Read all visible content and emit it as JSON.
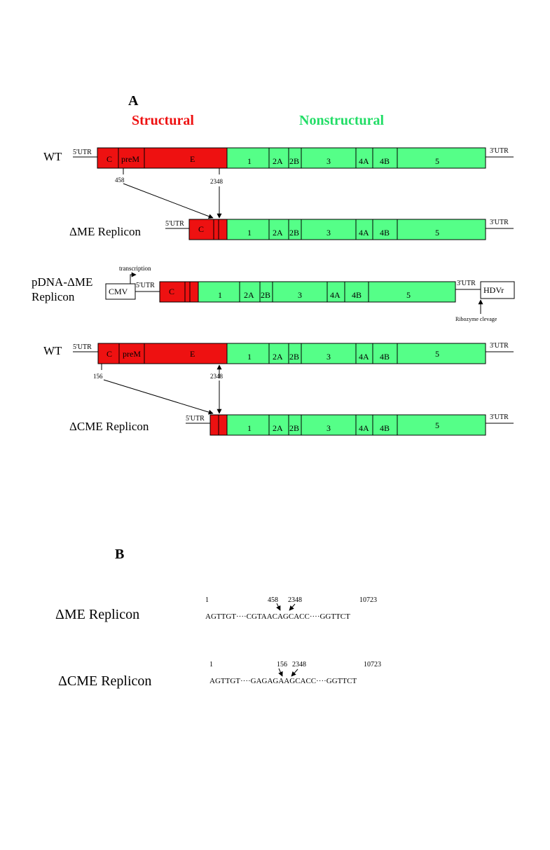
{
  "colors": {
    "structural": "#ee1111",
    "nonstructural": "#55ff88",
    "structural_text": "#ee1111",
    "nonstructural_text": "#22dd66",
    "outline": "#000000"
  },
  "panel_a": {
    "label": "A",
    "heading_structural": "Structural",
    "heading_nonstructural": "Nonstructural",
    "utr5": "5'UTR",
    "utr3": "3'UTR",
    "genes": {
      "C": "C",
      "preM": "preM",
      "E": "E",
      "ns1": "1",
      "ns2a": "2A",
      "ns2b": "2B",
      "ns3": "3",
      "ns4a": "4A",
      "ns4b": "4B",
      "ns5": "5"
    },
    "wt_label": "WT",
    "me_label": "ΔME Replicon",
    "pdna_label_line1": "pDNA-ΔME",
    "pdna_label_line2": "Replicon",
    "cme_label": "ΔCME Replicon",
    "pos_458": "458",
    "pos_2348": "2348",
    "pos_156": "156",
    "cmv": "CMV",
    "transcription": "transcription",
    "hdvr": "HDVr",
    "ribozyme": "Ribozyme clevage"
  },
  "panel_b": {
    "label": "B",
    "me": {
      "name": "ΔME Replicon",
      "start": "1",
      "junction_a": "458",
      "junction_b": "2348",
      "end": "10723",
      "sequence": "AGTTGT····CGTAACAGCACC····GGTTCT"
    },
    "cme": {
      "name": "ΔCME Replicon",
      "start": "1",
      "junction_a": "156",
      "junction_b": "2348",
      "end": "10723",
      "sequence": "AGTTGT····GAGAGAAGCACC····GGTTCT"
    }
  }
}
